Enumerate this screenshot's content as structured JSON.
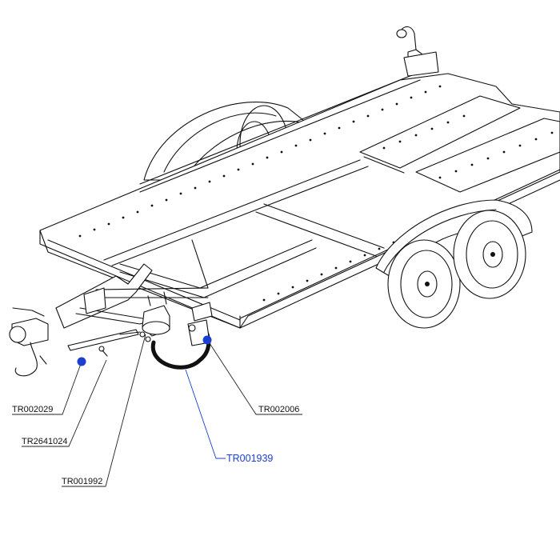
{
  "diagram": {
    "subject": "car-transporter trailer brake parts diagram",
    "accent_color": "#1a3fd1",
    "parts": [
      {
        "code": "TR002029",
        "highlighted": false
      },
      {
        "code": "TR2641024",
        "highlighted": false
      },
      {
        "code": "TR001992",
        "highlighted": false
      },
      {
        "code": "TR001939",
        "highlighted": true
      },
      {
        "code": "TR002006",
        "highlighted": false
      }
    ]
  }
}
